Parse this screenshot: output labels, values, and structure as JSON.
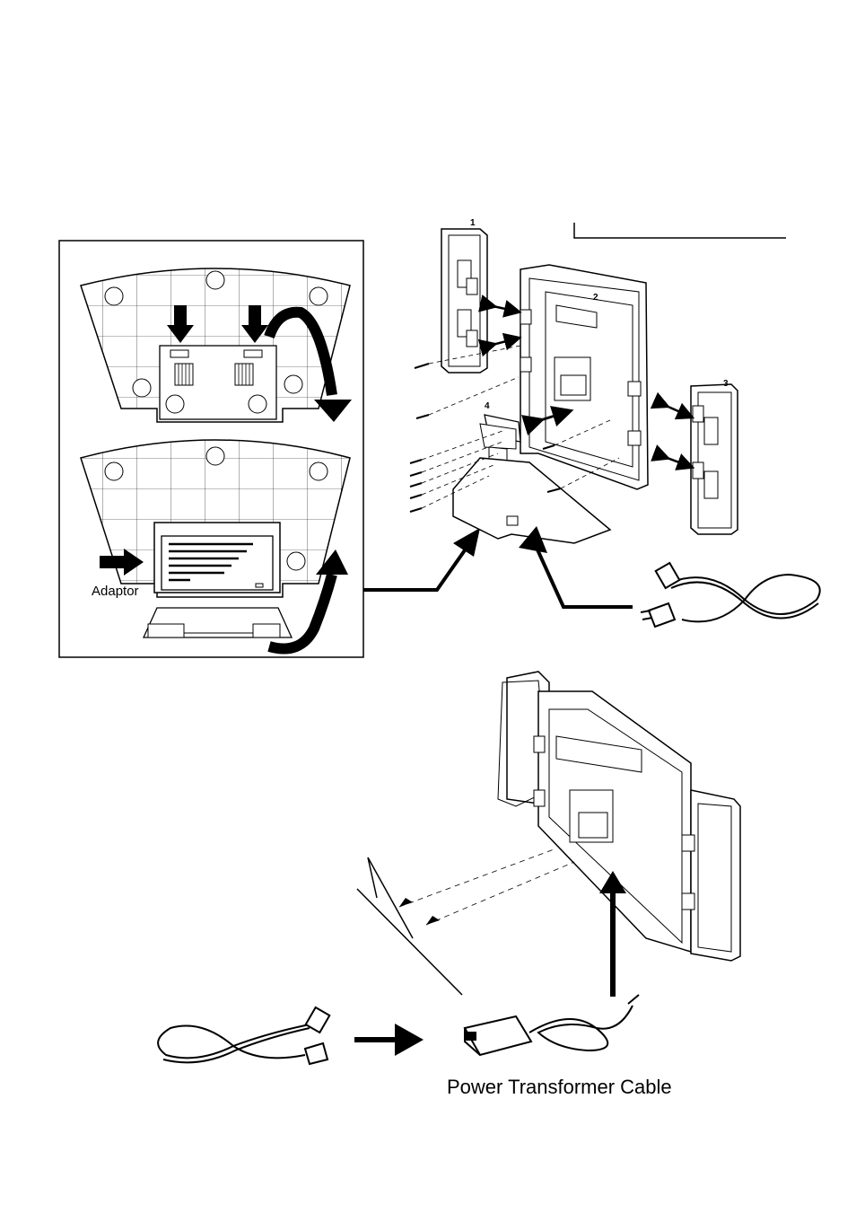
{
  "labels": {
    "adaptor": "Adaptor",
    "power_transformer_cable": "Power Transformer Cable"
  },
  "part_numbers": [
    "1",
    "2",
    "3",
    "4"
  ]
}
